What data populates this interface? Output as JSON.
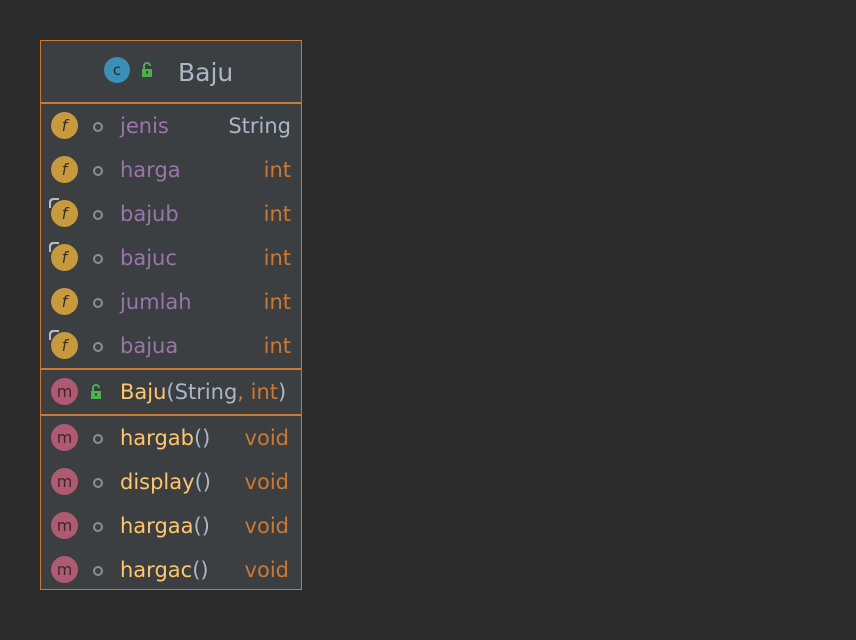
{
  "class": {
    "name": "Baju",
    "badge_letter": "c",
    "icon": "class-icon",
    "visibility_icon": "public-lock-icon"
  },
  "fields": [
    {
      "badge": "f",
      "name": "jenis",
      "type": "String",
      "type_kind": "ref",
      "marker": false
    },
    {
      "badge": "f",
      "name": "harga",
      "type": "int",
      "type_kind": "prim",
      "marker": false
    },
    {
      "badge": "f",
      "name": "bajub",
      "type": "int",
      "type_kind": "prim",
      "marker": true
    },
    {
      "badge": "f",
      "name": "bajuc",
      "type": "int",
      "type_kind": "prim",
      "marker": true
    },
    {
      "badge": "f",
      "name": "jumlah",
      "type": "int",
      "type_kind": "prim",
      "marker": false
    },
    {
      "badge": "f",
      "name": "bajua",
      "type": "int",
      "type_kind": "prim",
      "marker": true
    }
  ],
  "constructors": [
    {
      "badge": "m",
      "name": "Baju",
      "open_paren": "(",
      "param1": "String",
      "sep": ", ",
      "param2": "int",
      "close_paren": ")"
    }
  ],
  "methods": [
    {
      "badge": "m",
      "name": "hargab",
      "parens": "()",
      "type": "void"
    },
    {
      "badge": "m",
      "name": "display",
      "parens": "()",
      "type": "void"
    },
    {
      "badge": "m",
      "name": "hargaa",
      "parens": "()",
      "type": "void"
    },
    {
      "badge": "m",
      "name": "hargac",
      "parens": "()",
      "type": "void"
    }
  ],
  "colors": {
    "background": "#2b2b2b",
    "box": "#3c3f41",
    "border": "#cc7832",
    "field_name": "#9876aa",
    "method_name": "#ffc66d",
    "keyword": "#cc7832",
    "text": "#a9b7c6",
    "field_badge": "#c79a3d",
    "method_badge": "#b05a72",
    "class_badge": "#3a8fb7",
    "public_lock": "#4caf50"
  }
}
